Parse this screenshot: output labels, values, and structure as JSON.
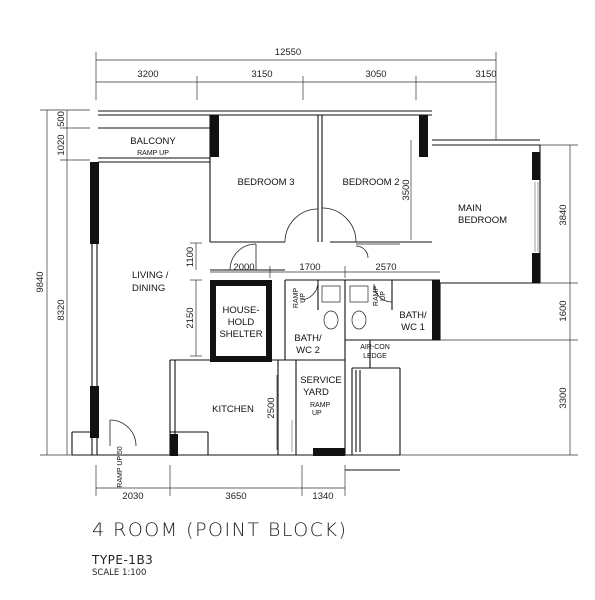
{
  "plan": {
    "title": "4 ROOM (POINT BLOCK)",
    "type": "TYPE-1B3",
    "scale": "SCALE 1:100"
  },
  "dimensions": {
    "overall_top": "12550",
    "top_segments": [
      "3200",
      "3150",
      "3050",
      "3150"
    ],
    "left_outer": "9840",
    "left_500": "500",
    "left_1020": "1020",
    "left_8320": "8320",
    "interior_1100": "1100",
    "interior_2150": "2150",
    "interior_2000": "2000",
    "interior_1700": "1700",
    "interior_2570": "2570",
    "interior_3500": "3500",
    "interior_2500": "2500",
    "right_3840": "3840",
    "right_1600": "1600",
    "right_3300": "3300",
    "bottom_2030": "2030",
    "bottom_3650": "3650",
    "bottom_1340": "1340"
  },
  "rooms": {
    "balcony": "BALCONY",
    "ramp_up": "RAMP UP",
    "bedroom3": "BEDROOM 3",
    "bedroom2": "BEDROOM 2",
    "main_bedroom_1": "MAIN",
    "main_bedroom_2": "BEDROOM",
    "living_1": "LIVING /",
    "living_2": "DINING",
    "shelter_1": "HOUSE-",
    "shelter_2": "HOLD",
    "shelter_3": "SHELTER",
    "bath2_1": "BATH/",
    "bath2_2": "WC 2",
    "bath1_1": "BATH/",
    "bath1_2": "WC 1",
    "aircon_1": "AIR-CON",
    "aircon_2": "LEDGE",
    "service_1": "SERVICE",
    "service_2": "YARD",
    "kitchen": "KITCHEN",
    "ramp": "RAMP",
    "up": "UP",
    "ramp_up_50": "RAMP UP 50"
  }
}
